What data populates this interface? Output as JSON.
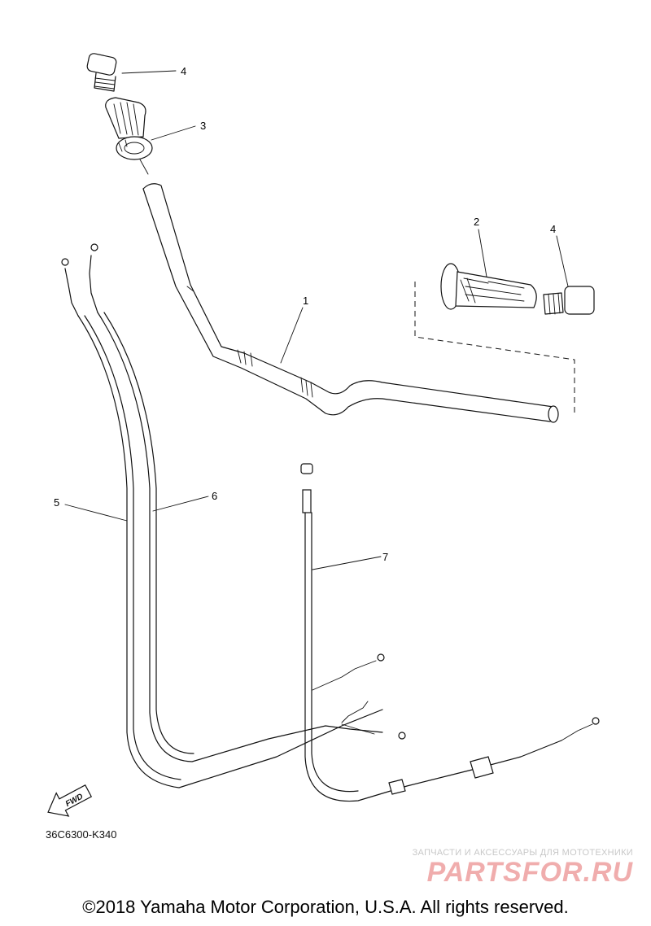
{
  "callouts": {
    "c1": "1",
    "c2": "2",
    "c3": "3",
    "c4_top": "4",
    "c4_right": "4",
    "c5": "5",
    "c6": "6",
    "c7": "7"
  },
  "fwd_label": "FWD",
  "diagram_code": "36C6300-K340",
  "copyright": "©2018 Yamaha Motor Corporation, U.S.A. All rights reserved.",
  "watermark": {
    "tagline": "ЗАПЧАСТИ И АКСЕССУАРЫ ДЛЯ МОТОТЕХНИКИ",
    "logo": "PARTSFOR.RU"
  },
  "colors": {
    "line": "#111111",
    "watermark_red": "#e46b6b",
    "watermark_gray": "#9a9a9a"
  }
}
